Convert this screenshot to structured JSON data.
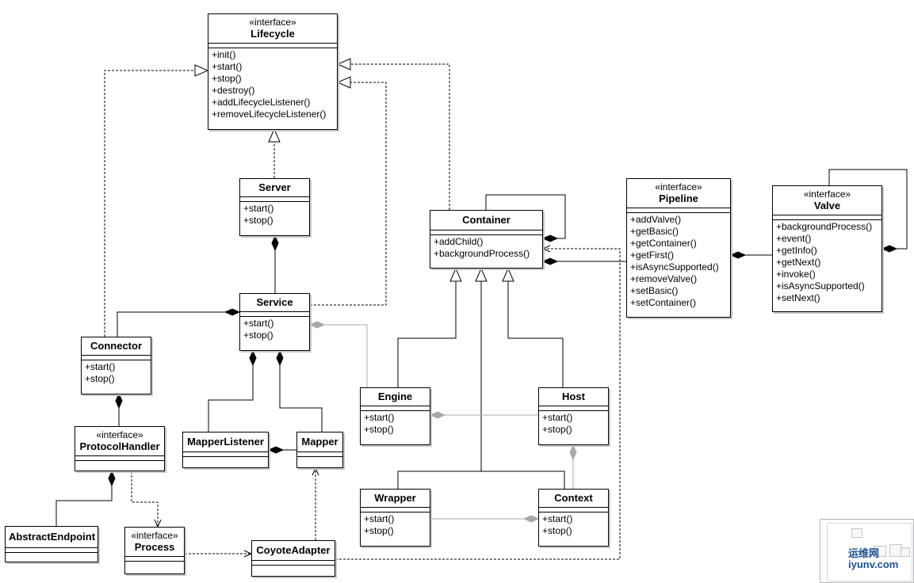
{
  "classes": {
    "lifecycle": {
      "stereotype": "«interface»",
      "name": "Lifecycle",
      "ops": [
        "+init()",
        "+start()",
        "+stop()",
        "+destroy()",
        "+addLifecycleListener()",
        "+removeLifecycleListener()"
      ]
    },
    "server": {
      "stereotype": "",
      "name": "Server",
      "ops": [
        "+start()",
        "+stop()"
      ]
    },
    "service": {
      "stereotype": "",
      "name": "Service",
      "ops": [
        "+start()",
        "+stop()"
      ]
    },
    "connector": {
      "stereotype": "",
      "name": "Connector",
      "ops": [
        "+start()",
        "+stop()"
      ]
    },
    "protocolhandler": {
      "stereotype": "«interface»",
      "name": "ProtocolHandler",
      "ops": []
    },
    "abstractendpoint": {
      "stereotype": "",
      "name": "AbstractEndpoint",
      "ops": []
    },
    "process": {
      "stereotype": "«interface»",
      "name": "Process",
      "ops": []
    },
    "coyoteadapter": {
      "stereotype": "",
      "name": "CoyoteAdapter",
      "ops": []
    },
    "mapperlistener": {
      "stereotype": "",
      "name": "MapperListener",
      "ops": []
    },
    "mapper": {
      "stereotype": "",
      "name": "Mapper",
      "ops": []
    },
    "container": {
      "stereotype": "",
      "name": "Container",
      "ops": [
        "+addChild()",
        "+backgroundProcess()"
      ]
    },
    "engine": {
      "stereotype": "",
      "name": "Engine",
      "ops": [
        "+start()",
        "+stop()"
      ]
    },
    "host": {
      "stereotype": "",
      "name": "Host",
      "ops": [
        "+start()",
        "+stop()"
      ]
    },
    "wrapper": {
      "stereotype": "",
      "name": "Wrapper",
      "ops": [
        "+start()",
        "+stop()"
      ]
    },
    "context": {
      "stereotype": "",
      "name": "Context",
      "ops": [
        "+start()",
        "+stop()"
      ]
    },
    "pipeline": {
      "stereotype": "«interface»",
      "name": "Pipeline",
      "ops": [
        "+addValve()",
        "+getBasic()",
        "+getContainer()",
        "+getFirst()",
        "+isAsyncSupported()",
        "+removeValve()",
        "+setBasic()",
        "+setContainer()"
      ]
    },
    "valve": {
      "stereotype": "«interface»",
      "name": "Valve",
      "ops": [
        "+backgroundProcess()",
        "+event()",
        "+getInfo()",
        "+getNext()",
        "+invoke()",
        "+isAsyncSupported()",
        "+setNext()"
      ]
    }
  },
  "watermark": {
    "line1": "运维网",
    "line2": "iyunv.com"
  },
  "colors": {
    "line": "#000000",
    "gray_line": "#a0a0a0",
    "watermark": "#1d4f91"
  }
}
